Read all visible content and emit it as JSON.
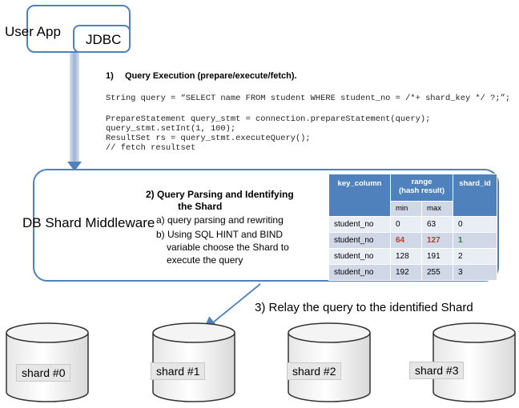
{
  "user_app": {
    "label": "User App",
    "jdbc_label": "JDBC"
  },
  "step1": {
    "number": "1)",
    "title": "Query Execution (prepare/execute/fetch).",
    "code": [
      "String query = “SELECT name FROM student WHERE student_no = /*+ shard_key */ ?;”;",
      "PrepareStatement query_stmt = connection.prepareStatement(query);",
      "query_stmt.setInt(1, 100);",
      "ResultSet rs = query_stmt.executeQuery();",
      "// fetch resultset"
    ]
  },
  "middleware": {
    "label": "DB Shard Middleware"
  },
  "step2": {
    "title_line1": "2) Query Parsing and Identifying",
    "title_line2": "the Shard",
    "item_a": "a) query parsing and rewriting",
    "item_b_line1": "b) Using SQL HINT and BIND",
    "item_b_line2": "variable choose the Shard to",
    "item_b_line3": "execute the query"
  },
  "table": {
    "headers": {
      "key_column": "key_column",
      "range": "range",
      "range_sub": "(hash result)",
      "shard_id": "shard_id"
    },
    "sub_headers": {
      "min": "min",
      "max": "max"
    },
    "rows": [
      {
        "key": "student_no",
        "min": "0",
        "max": "63",
        "shard": "0",
        "highlight": false
      },
      {
        "key": "student_no",
        "min": "64",
        "max": "127",
        "shard": "1",
        "highlight": true
      },
      {
        "key": "student_no",
        "min": "128",
        "max": "191",
        "shard": "2",
        "highlight": false
      },
      {
        "key": "student_no",
        "min": "192",
        "max": "255",
        "shard": "3",
        "highlight": false
      }
    ]
  },
  "step3": {
    "label": "3) Relay the query to the identified Shard"
  },
  "shards": [
    {
      "label": "shard #0"
    },
    {
      "label": "shard #1"
    },
    {
      "label": "shard #2"
    },
    {
      "label": "shard #3"
    }
  ],
  "colors": {
    "accent": "#4f81bd",
    "table_header": "#4f81bd",
    "row_a": "#d0d8e8",
    "row_b": "#e9edf4",
    "highlight_red": "#c0392b",
    "highlight_green": "#2e7d32"
  }
}
